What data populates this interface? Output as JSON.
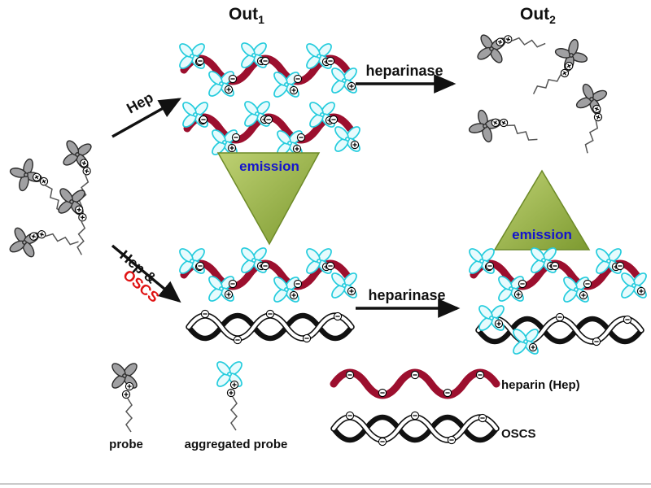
{
  "figure": {
    "out1": {
      "text": "Out",
      "sub": "1"
    },
    "out2": {
      "text": "Out",
      "sub": "2"
    },
    "arrows": {
      "hep": "Hep",
      "hep_oscs_hep": "Hep &",
      "hep_oscs_oscs": "OSCS",
      "heparinase_top": "heparinase",
      "heparinase_bottom": "heparinase"
    },
    "emission_top": "emission",
    "emission_right": "emission"
  },
  "legend": {
    "probe": "probe",
    "aggregated_probe": "aggregated probe",
    "heparin": "heparin (Hep)",
    "oscs": "OSCS"
  },
  "colors": {
    "heparin_ribbon": "#9c0f2e",
    "probe_gray": "#a0a0a2",
    "probe_cyan_stroke": "#25ccdd",
    "probe_cyan_fill": "#e7fbfd",
    "triangle_green_light": "#bed173",
    "triangle_green_dark": "#7d9a30",
    "emission_blue": "#1414cc",
    "oscs_label_red": "#e01414",
    "strand_black": "#111111"
  }
}
